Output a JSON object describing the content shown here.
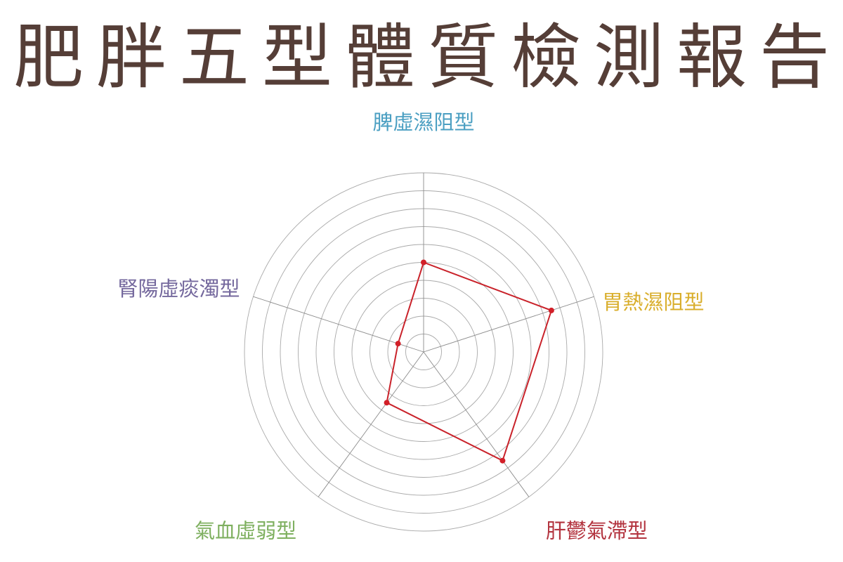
{
  "title": "肥胖五型體質檢測報告",
  "chart_data": {
    "type": "radar",
    "title": "肥胖五型體質檢測報告",
    "axes": [
      {
        "label": "脾虛濕阻型",
        "color": "#4b9fc2"
      },
      {
        "label": "胃熱濕阻型",
        "color": "#d9ae2b"
      },
      {
        "label": "肝鬱氣滯型",
        "color": "#b3343f"
      },
      {
        "label": "氣血虛弱型",
        "color": "#7fb060"
      },
      {
        "label": "腎陽虛痰濁型",
        "color": "#74689d"
      }
    ],
    "range": [
      0,
      10
    ],
    "rings": 10,
    "series": [
      {
        "values": [
          5,
          7.5,
          7.5,
          3.5,
          1.5
        ],
        "color": "#d21f28"
      }
    ]
  }
}
